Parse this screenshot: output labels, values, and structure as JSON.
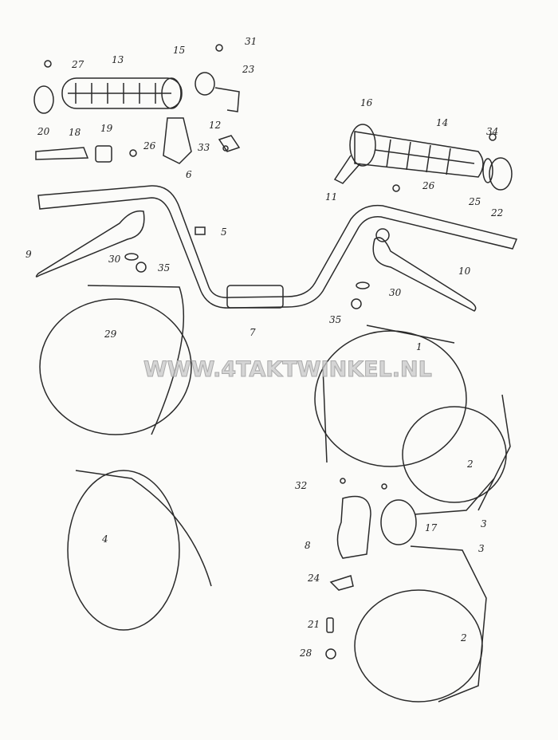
{
  "watermark": "WWW.4TAKTWINKEL.NL",
  "part_labels": [
    "27",
    "13",
    "15",
    "31",
    "23",
    "20",
    "18",
    "19",
    "26",
    "6",
    "12",
    "33",
    "16",
    "14",
    "34",
    "11",
    "26",
    "25",
    "22",
    "5",
    "9",
    "30",
    "35",
    "10",
    "30",
    "35",
    "7",
    "29",
    "1",
    "2",
    "32",
    "3",
    "17",
    "8",
    "3",
    "24",
    "21",
    "2",
    "28",
    "4"
  ],
  "line_color": "#2a2a2a"
}
